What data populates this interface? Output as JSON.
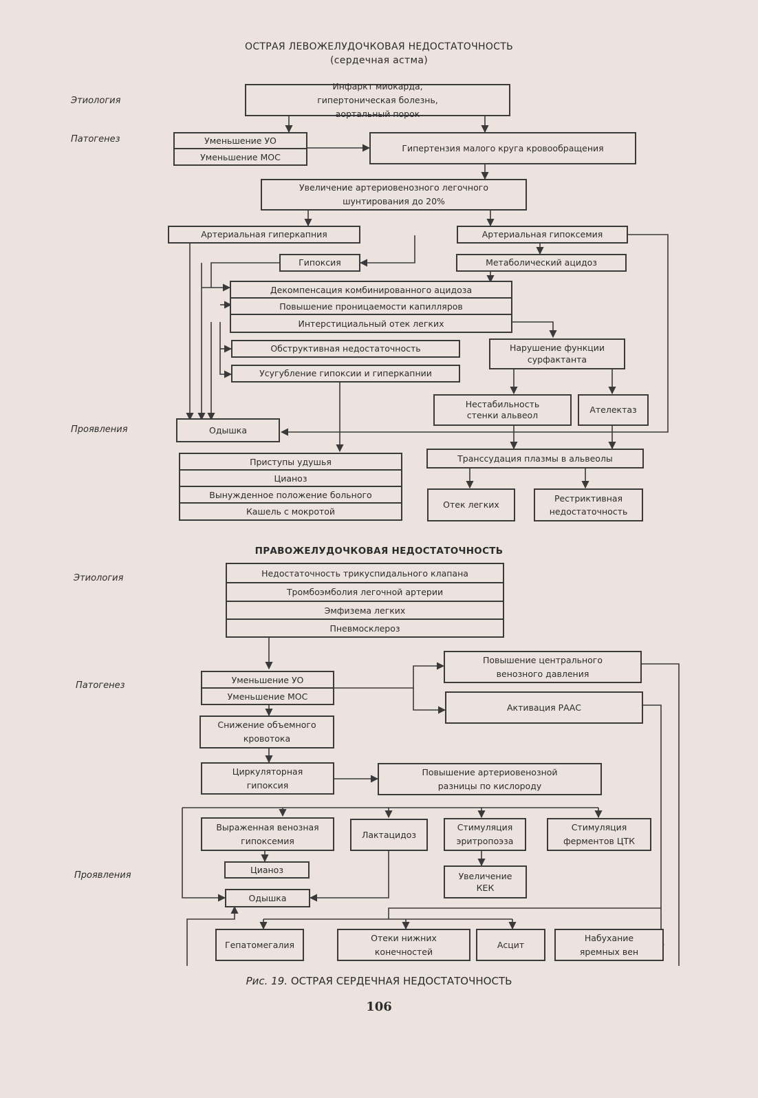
{
  "left_title": "ОСТРАЯ ЛЕВОЖЕЛУДОЧКОВАЯ НЕДОСТАТОЧНОСТЬ",
  "left_subtitle": "(сердечная астма)",
  "right_title": "ПРАВОЖЕЛУДОЧКОВАЯ НЕДОСТАТОЧНОСТЬ",
  "side_labels": {
    "etiology": "Этиология",
    "pathogenesis": "Патогенез",
    "manifestations": "Проявления"
  },
  "lv": {
    "etiology": "Инфаркт миокарда, гипертоническая болезнь, аортальный порок",
    "uo": "Уменьшение УО",
    "mos": "Уменьшение МОС",
    "hypertension": "Гипертензия малого круга кровообращения",
    "shunting": "Увеличение артериовенозного легочного шунтирования до 20%",
    "hypercapnia": "Артериальная гиперкапния",
    "hypoxemia": "Артериальная гипоксемия",
    "hypoxia": "Гипоксия",
    "metabolic_acidosis": "Метаболический ацидоз",
    "decompensation": "Декомпенсация комбинированного ацидоза",
    "permeability": "Повышение проницаемости капилляров",
    "interstitial_edema": "Интерстициальный отек легких",
    "obstructive": "Обструктивная недостаточность",
    "aggravation": "Усугубление гипоксии и гиперкапнии",
    "surfactant": "Нарушение функции сурфактанта",
    "instability": "Нестабильность стенки альвеол",
    "atelectasis": "Ателектаз",
    "dyspnea": "Одышка",
    "transudation": "Транссудация плазмы в альвеолы",
    "suffocation": "Приступы удушья",
    "cyanosis": "Цианоз",
    "forced_position": "Вынужденное положение больного",
    "cough": "Кашель с мокротой",
    "lung_edema": "Отек легких",
    "restrictive": "Рестриктивная недостаточность"
  },
  "rv": {
    "tricuspid": "Недостаточность трикуспидального клапана",
    "embolism": "Тромбоэмболия легочной артерии",
    "emphysema": "Эмфизема легких",
    "pneumosclerosis": "Пневмосклероз",
    "uo": "Уменьшение УО",
    "mos": "Уменьшение МОС",
    "cvp": "Повышение центрального венозного давления",
    "raas": "Активация РААС",
    "volume_flow": "Снижение объемного кровотока",
    "circ_hypoxia": "Циркуляторная гипоксия",
    "av_difference": "Повышение артериовенозной разницы по кислороду",
    "venous_hypoxemia": "Выраженная венозная гипоксемия",
    "lactacidosis": "Лактацидоз",
    "erythropoiesis": "Стимуляция эритропоэза",
    "tca": "Стимуляция ферментов ЦТК",
    "cyanosis": "Цианоз",
    "kek": "Увеличение КЕК",
    "dyspnea": "Одышка",
    "hepatomegaly": "Гепатомегалия",
    "leg_edema": "Отеки нижних конечностей",
    "ascites": "Асцит",
    "jugular": "Набухание яремных вен"
  },
  "caption_prefix": "Рис. 19.",
  "caption_text": "ОСТРАЯ СЕРДЕЧНАЯ НЕДОСТАТОЧНОСТЬ",
  "page_number": "106"
}
